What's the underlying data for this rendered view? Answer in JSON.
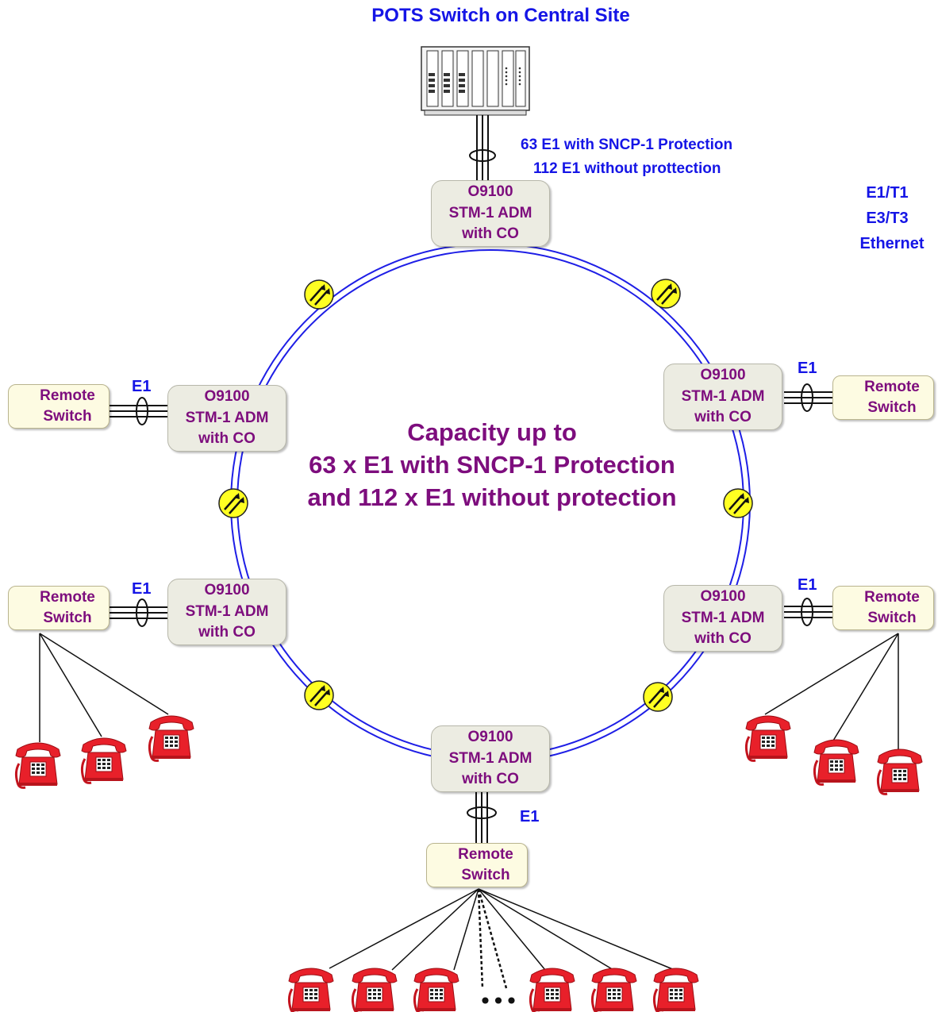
{
  "title": "POTS Switch on Central Site",
  "central_link": {
    "line1": "63 E1 with SNCP-1 Protection",
    "line2": "112 E1 without prottection"
  },
  "interfaces": [
    "E1/T1",
    "E3/T3",
    "Ethernet"
  ],
  "capacity": {
    "line1": "Capacity up to",
    "line2": "63 x E1 with SNCP-1 Protection",
    "line3": "and 112 x E1 without protection"
  },
  "adm_nodes": [
    {
      "id": "top",
      "line1": "O9100",
      "line2": "STM-1 ADM",
      "line3": "with CO"
    },
    {
      "id": "upper-left",
      "line1": "O9100",
      "line2": "STM-1 ADM",
      "line3": "with CO"
    },
    {
      "id": "upper-right",
      "line1": "O9100",
      "line2": "STM-1 ADM",
      "line3": "with CO"
    },
    {
      "id": "lower-left",
      "line1": "O9100",
      "line2": "STM-1 ADM",
      "line3": "with CO"
    },
    {
      "id": "lower-right",
      "line1": "O9100",
      "line2": "STM-1 ADM",
      "line3": "with CO"
    },
    {
      "id": "bottom",
      "line1": "O9100",
      "line2": "STM-1 ADM",
      "line3": "with CO"
    }
  ],
  "remote_switches": [
    {
      "id": "upper-left",
      "line1": "Remote",
      "line2": "Switch",
      "link": "E1"
    },
    {
      "id": "upper-right",
      "line1": "Remote",
      "line2": "Switch",
      "link": "E1"
    },
    {
      "id": "lower-left",
      "line1": "Remote",
      "line2": "Switch",
      "link": "E1"
    },
    {
      "id": "lower-right",
      "line1": "Remote",
      "line2": "Switch",
      "link": "E1"
    },
    {
      "id": "bottom",
      "line1": "Remote",
      "line2": "Switch",
      "link": "E1"
    }
  ],
  "ellipsis": "•••",
  "colors": {
    "ring": "#1e1ee6",
    "label_blue": "#1515e6",
    "label_purple": "#7d0d7d",
    "phone_red": "#e8202a",
    "amplifier_yellow": "#ffff22"
  },
  "icons": [
    "pots-switch-rack-icon",
    "amplifier-icon",
    "red-telephone-icon"
  ]
}
